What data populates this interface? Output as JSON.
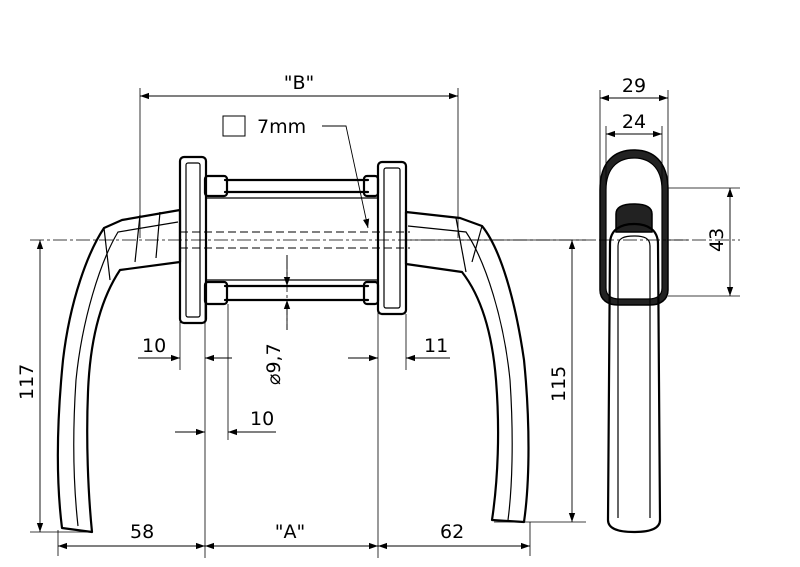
{
  "dimensions": {
    "b_spacing": "\"B\"",
    "square_spindle": "7mm",
    "screw_diameter": "⌀9,7",
    "rose_offset_left": "10",
    "rose_offset_right": "11",
    "screw_offset": "10",
    "height_left": "117",
    "height_right": "115",
    "width_left": "58",
    "a_thickness": "\"A\"",
    "width_right": "62",
    "side_width_outer": "29",
    "side_width_inner": "24",
    "side_height": "43"
  }
}
